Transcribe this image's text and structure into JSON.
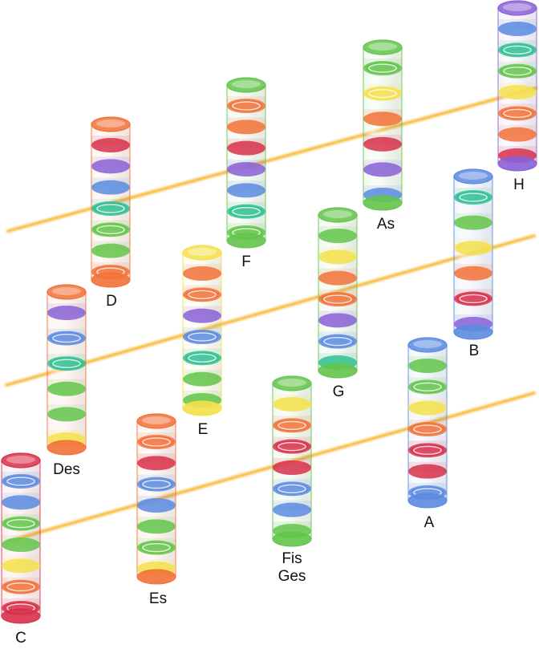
{
  "diagram": {
    "colors": {
      "red": "#d8304a",
      "orange": "#f27138",
      "yellow": "#f5e04b",
      "green": "#63c44a",
      "teal": "#2fbf93",
      "blue": "#5a8be0",
      "violet": "#8a60d6",
      "line": "#f7b733"
    },
    "columns": [
      {
        "label": "C",
        "color": "red",
        "bands": [
          {
            "c": "blue",
            "ring": true
          },
          {
            "c": "blue"
          },
          {
            "c": "green",
            "ring": true
          },
          {
            "c": "green"
          },
          {
            "c": "yellow"
          },
          {
            "c": "orange",
            "ring": true
          },
          {
            "c": "red",
            "ring": true
          }
        ]
      },
      {
        "label": "Des",
        "color": "orange",
        "bands": [
          {
            "c": "violet"
          },
          {
            "c": "blue",
            "ring": true
          },
          {
            "c": "teal",
            "ring": true
          },
          {
            "c": "green"
          },
          {
            "c": "green"
          },
          {
            "c": "yellow"
          }
        ]
      },
      {
        "label": "D",
        "color": "orange",
        "bands": [
          {
            "c": "red"
          },
          {
            "c": "violet"
          },
          {
            "c": "blue"
          },
          {
            "c": "teal",
            "ring": true
          },
          {
            "c": "green",
            "ring": true
          },
          {
            "c": "green"
          },
          {
            "c": "orange",
            "ring": true
          }
        ]
      },
      {
        "label": "Es",
        "color": "orange",
        "bands": [
          {
            "c": "orange",
            "ring": true
          },
          {
            "c": "red"
          },
          {
            "c": "blue",
            "ring": true
          },
          {
            "c": "blue"
          },
          {
            "c": "green"
          },
          {
            "c": "green",
            "ring": true
          },
          {
            "c": "yellow"
          }
        ]
      },
      {
        "label": "E",
        "color": "yellow",
        "bands": [
          {
            "c": "orange"
          },
          {
            "c": "orange",
            "ring": true
          },
          {
            "c": "violet"
          },
          {
            "c": "blue",
            "ring": true
          },
          {
            "c": "teal",
            "ring": true
          },
          {
            "c": "green"
          },
          {
            "c": "green"
          }
        ]
      },
      {
        "label": "F",
        "color": "green",
        "bands": [
          {
            "c": "orange",
            "ring": true
          },
          {
            "c": "orange"
          },
          {
            "c": "red"
          },
          {
            "c": "violet"
          },
          {
            "c": "blue"
          },
          {
            "c": "teal",
            "ring": true
          },
          {
            "c": "green",
            "ring": true
          }
        ]
      },
      {
        "label": "Fis Ges",
        "color": "green",
        "bands": [
          {
            "c": "yellow"
          },
          {
            "c": "orange",
            "ring": true
          },
          {
            "c": "red",
            "ring": true
          },
          {
            "c": "red"
          },
          {
            "c": "blue",
            "ring": true
          },
          {
            "c": "blue"
          },
          {
            "c": "green"
          }
        ]
      },
      {
        "label": "G",
        "color": "green",
        "bands": [
          {
            "c": "green"
          },
          {
            "c": "yellow"
          },
          {
            "c": "orange"
          },
          {
            "c": "orange",
            "ring": true
          },
          {
            "c": "violet"
          },
          {
            "c": "blue",
            "ring": true
          },
          {
            "c": "teal"
          }
        ]
      },
      {
        "label": "As",
        "color": "green",
        "bands": [
          {
            "c": "green",
            "ring": true
          },
          {
            "c": "yellow",
            "ring": true
          },
          {
            "c": "orange"
          },
          {
            "c": "red"
          },
          {
            "c": "violet"
          },
          {
            "c": "blue"
          }
        ]
      },
      {
        "label": "A",
        "color": "blue",
        "bands": [
          {
            "c": "green"
          },
          {
            "c": "green",
            "ring": true
          },
          {
            "c": "yellow"
          },
          {
            "c": "orange",
            "ring": true
          },
          {
            "c": "red",
            "ring": true
          },
          {
            "c": "red"
          },
          {
            "c": "blue",
            "ring": true
          }
        ]
      },
      {
        "label": "B",
        "color": "blue",
        "bands": [
          {
            "c": "teal",
            "ring": true
          },
          {
            "c": "green"
          },
          {
            "c": "yellow"
          },
          {
            "c": "orange"
          },
          {
            "c": "red",
            "ring": true
          },
          {
            "c": "violet"
          }
        ]
      },
      {
        "label": "H",
        "color": "violet",
        "bands": [
          {
            "c": "blue"
          },
          {
            "c": "teal",
            "ring": true
          },
          {
            "c": "green",
            "ring": true
          },
          {
            "c": "yellow"
          },
          {
            "c": "orange",
            "ring": true
          },
          {
            "c": "orange"
          },
          {
            "c": "red"
          }
        ]
      }
    ]
  }
}
